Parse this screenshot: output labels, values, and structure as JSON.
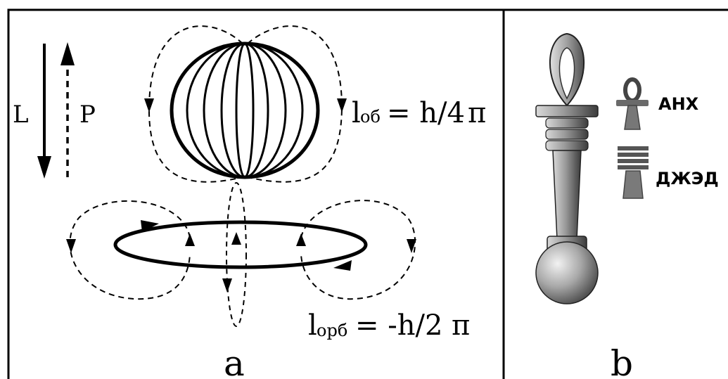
{
  "panel_a": {
    "label_L": "L",
    "label_P": "P",
    "l_ob_symbol": "l",
    "l_ob_subscript": "об",
    "l_ob_value": "= h/4",
    "l_orb_symbol": "l",
    "l_orb_subscript": "орб",
    "l_orb_value": "= -h/2",
    "pi": "π",
    "caption": "a"
  },
  "panel_b": {
    "ankh_label": "АНХ",
    "djed_label": "ДЖЭД",
    "caption": "b"
  }
}
